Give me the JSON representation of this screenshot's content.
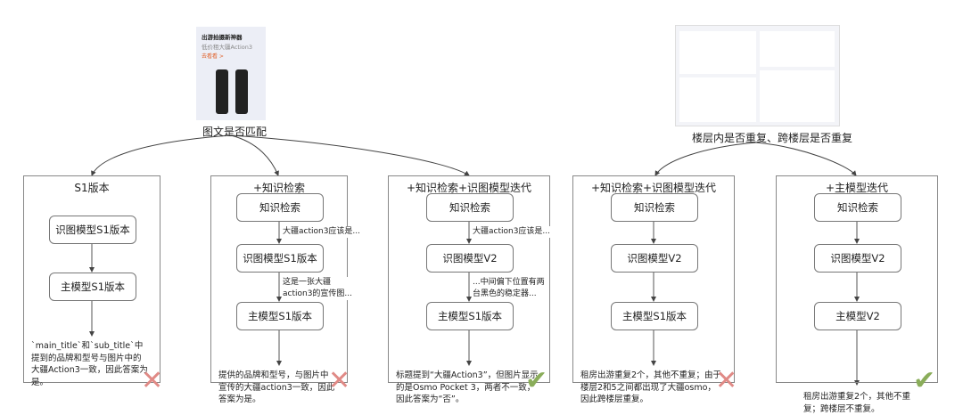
{
  "top_left": {
    "ad_title": "出游拍摄新神器",
    "ad_sub": "低价租大疆Action3",
    "ad_link": "去看看 >",
    "caption": "图文是否匹配"
  },
  "top_right": {
    "caption": "楼层内是否重复、跨楼层是否重复"
  },
  "panels": [
    {
      "title": "S1版本",
      "boxes": [
        "识图模型S1版本",
        "主模型S1版本"
      ],
      "edge_labels": [
        ""
      ],
      "result": "`main_title`和`sub_title`中提到的品牌和型号与图片中的大疆Action3一致，因此答案为是。",
      "verdict": "wrong"
    },
    {
      "title": "+知识检索",
      "boxes": [
        "知识检索",
        "识图模型S1版本",
        "主模型S1版本"
      ],
      "edge_labels": [
        "大疆action3应该是...",
        "这是一张大疆\naction3的宣传图..."
      ],
      "result": "提供的品牌和型号，与图片中宣传的大疆action3一致，因此答案为是。",
      "verdict": "wrong"
    },
    {
      "title": "+知识检索+识图模型迭代",
      "boxes": [
        "知识检索",
        "识图模型V2",
        "主模型S1版本"
      ],
      "edge_labels": [
        "大疆action3应该是...",
        "...中间偏下位置有两\n台黑色的稳定器..."
      ],
      "result": "标题提到“大疆Action3”，但图片显示的是Osmo Pocket 3，两者不一致，因此答案为“否”。",
      "verdict": "correct"
    },
    {
      "title": "+知识检索+识图模型迭代",
      "boxes": [
        "知识检索",
        "识图模型V2",
        "主模型S1版本"
      ],
      "result": "租房出游重复2个，其他不重复；由于楼层2和5之间都出现了大疆osmo，因此跨楼层重复。",
      "verdict": "wrong"
    },
    {
      "title": "+主模型迭代",
      "boxes": [
        "知识检索",
        "识图模型V2",
        "主模型V2"
      ],
      "result": "租房出游重复2个，其他不重复；跨楼层不重复。",
      "verdict": "correct"
    }
  ],
  "marks": {
    "wrong": "✕",
    "correct": "✔"
  },
  "colors": {
    "wrong": "#e08a86",
    "correct": "#8aad5a"
  }
}
